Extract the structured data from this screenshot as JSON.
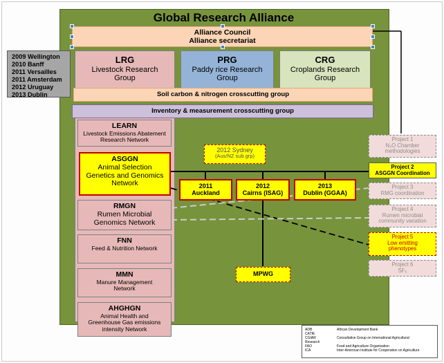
{
  "title": "Global Research Alliance",
  "council": {
    "line1": "Alliance Council",
    "line2": "Alliance secretariat"
  },
  "meeting_years": [
    {
      "year": "2009",
      "city": "Wellington"
    },
    {
      "year": "2010",
      "city": "Banff"
    },
    {
      "year": "2011",
      "city": "Versailles"
    },
    {
      "year": "2011",
      "city": "Amsterdam"
    },
    {
      "year": "2012",
      "city": "Uruguay"
    },
    {
      "year": "2013",
      "city": "Dublin"
    }
  ],
  "groups": {
    "lrg": {
      "code": "LRG",
      "name_line1": "Livestock Research",
      "name_line2": "Group"
    },
    "prg": {
      "code": "PRG",
      "name_line1": "Paddy rice Research",
      "name_line2": "Group"
    },
    "crg": {
      "code": "CRG",
      "name_line1": "Croplands Research",
      "name_line2": "Group"
    }
  },
  "crosscutting": {
    "soil": "Soil carbon & nitrogen crosscutting group",
    "inventory": "Inventory & measurement  crosscutting group"
  },
  "networks": {
    "learn": {
      "code": "LEARN",
      "line1": "Livestock Emissions Abatement",
      "line2": "Research Network"
    },
    "asggn": {
      "code": "ASGGN",
      "line1": "Animal Selection",
      "line2": "Genetics and Genomics",
      "line3": "Network"
    },
    "rmgn": {
      "code": "RMGN",
      "line1": "Rumen Microbial",
      "line2": "Genomics Network"
    },
    "fnn": {
      "code": "FNN",
      "line1": "Feed & Nutrition Network"
    },
    "mmn": {
      "code": "MMN",
      "line1": "Manure Management",
      "line2": "Network"
    },
    "ahghgn": {
      "code": "AHGHGN",
      "line1": "Animal Health and",
      "line2": "Greenhouse Gas emissions",
      "line3": "intensity Network"
    }
  },
  "sydney": {
    "line1": "2012 Sydney",
    "line2": "(Aus/NZ sub grp)"
  },
  "meetings": {
    "m2011": {
      "year": "2011",
      "place": "Auckland"
    },
    "m2012": {
      "year": "2012",
      "place": "Cairns (ISAG)"
    },
    "m2013": {
      "year": "2013",
      "place": "Dublin (GGAA)"
    }
  },
  "mpwg": "MPWG",
  "projects": {
    "p1": {
      "label": "Project 1",
      "line1": "N₂O Chamber",
      "line2": "methodologies"
    },
    "p2": {
      "label": "Project 2",
      "line1": "ASGGN Coordination"
    },
    "p3": {
      "label": "Project 3",
      "line1": "RMG coordination"
    },
    "p4": {
      "label": "Project 4",
      "line1": "Rumen microbial",
      "line2": "community variation"
    },
    "p5": {
      "label": "Project 5",
      "line1": "Low emitting",
      "line2": "phenotypes"
    },
    "p6": {
      "label": "Project 6",
      "line1": "SF₆"
    }
  },
  "abbreviations": [
    {
      "abbr": "ADB",
      "full": "African Development Bank"
    },
    {
      "abbr": "CATIE",
      "full": ""
    },
    {
      "abbr": "CGIAR",
      "full": "Consultative Group on International Agricultural"
    },
    {
      "abbr": "Research",
      "full": ""
    },
    {
      "abbr": "FAO",
      "full": "Food and Agriculture Organisation"
    },
    {
      "abbr": "ICA",
      "full": "Inter-American Institute for Cooperation on Agriculture"
    }
  ],
  "colors": {
    "panel": "#77933c",
    "livestock": "#e6b9b8",
    "paddy": "#95b3d7",
    "croplands": "#d7e4bd",
    "highlight": "#ffff00",
    "highlight_border": "#c00000"
  }
}
